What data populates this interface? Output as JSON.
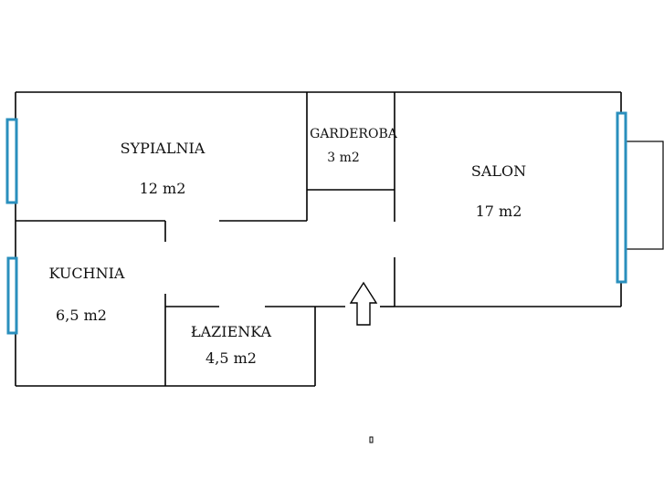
{
  "rooms": {
    "sypialnia": {
      "name": "SYPIALNIA",
      "area": "12 m2"
    },
    "garderoba": {
      "name": "GARDEROBA",
      "area": "3 m2"
    },
    "salon": {
      "name": "SALON",
      "area": "17 m2"
    },
    "kuchnia": {
      "name": "KUCHNIA",
      "area": "6,5 m2"
    },
    "lazienka": {
      "name": "ŁAZIENKA",
      "area": "4,5 m2"
    }
  },
  "colors": {
    "wall": "#000000",
    "window": "#2a8fbd",
    "text": "#111111",
    "background": "#ffffff"
  },
  "icons": {
    "entrance": "up-arrow-icon"
  }
}
